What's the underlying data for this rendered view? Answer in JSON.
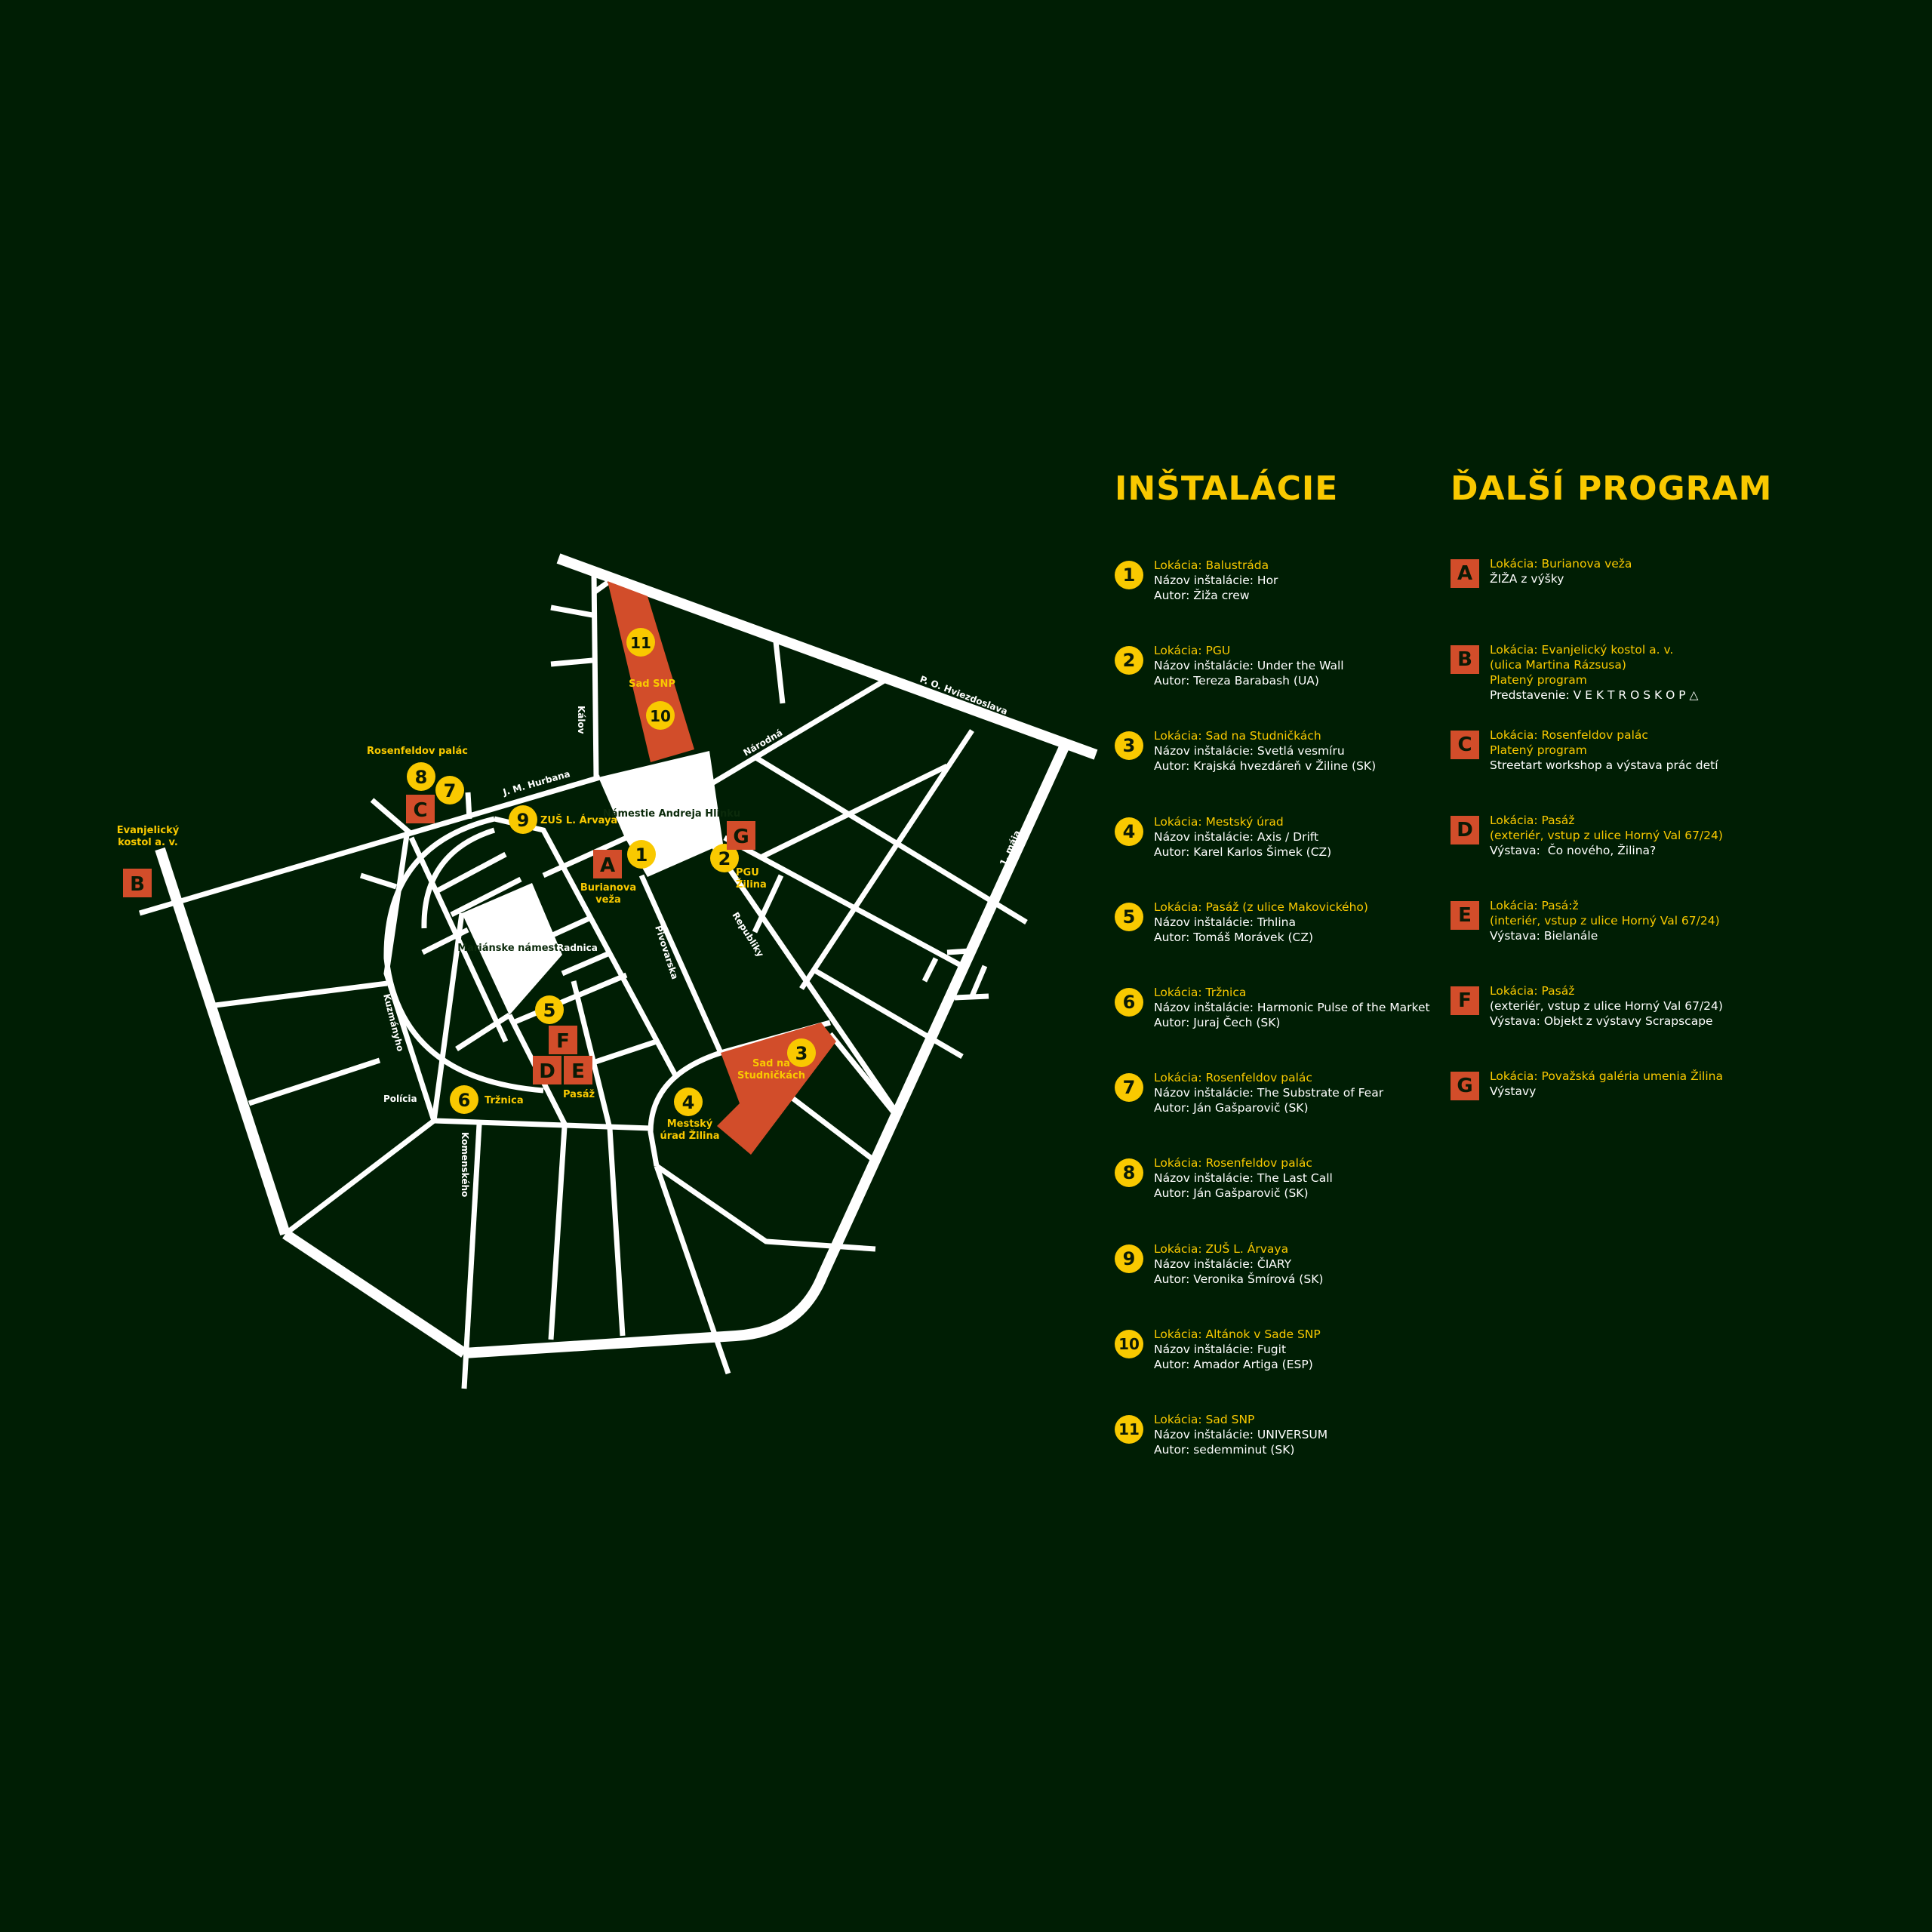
{
  "colors": {
    "background": "#001e04",
    "accent_yellow": "#f9c900",
    "accent_orange": "#d24d2a",
    "street": "#ffffff"
  },
  "map": {
    "squares_named": {
      "hlinku": "Námestie Andreja Hlinku",
      "marianske": "Mariánske námestie"
    },
    "streets": {
      "hurbana": "J. M. Hurbana",
      "kalov": "Kálov",
      "narodna": "Národná",
      "hviezdoslava": "P. O. Hviezdoslava",
      "maja": "1. mája",
      "republiky": "Republiky",
      "pivovarska": "Pivovarska",
      "radnica": "Radnica",
      "kuzmanyho": "Kuzmányho",
      "policia": "Polícia",
      "komenskeho": "Komenského"
    },
    "place_labels": {
      "rosenfeldov": "Rosenfeldov palác",
      "evanjelicky_1": "Evanjelický",
      "evanjelicky_2": "kostol a. v.",
      "zus": "ZUŠ L. Árvaya",
      "burianova_1": "Burianova",
      "burianova_2": "veža",
      "pgu_1": "PGU",
      "pgu_2": "Žilina",
      "sad_snp": "Sad SNP",
      "studnickach_1": "Sad na",
      "studnickach_2": "Studničkách",
      "mestsky_1": "Mestský",
      "mestsky_2": "úrad Žilina",
      "trznica": "Tržnica",
      "pasaz": "Pasáž"
    },
    "markers": {
      "n1": "1",
      "n2": "2",
      "n3": "3",
      "n4": "4",
      "n5": "5",
      "n6": "6",
      "n7": "7",
      "n8": "8",
      "n9": "9",
      "n10": "10",
      "n11": "11",
      "A": "A",
      "B": "B",
      "C": "C",
      "D": "D",
      "E": "E",
      "F": "F",
      "G": "G"
    }
  },
  "installations": {
    "title": "INŠTALÁCIE",
    "items": [
      {
        "num": "1",
        "lines": [
          "Lokácia: Balustráda",
          "Názov inštalácie: Hor",
          "Autor: Žiža crew"
        ]
      },
      {
        "num": "2",
        "lines": [
          "Lokácia: PGU",
          "Názov inštalácie: Under the Wall",
          "Autor: Tereza Barabash (UA)"
        ]
      },
      {
        "num": "3",
        "lines": [
          "Lokácia: Sad na Studničkách",
          "Názov inštalácie: Svetlá vesmíru",
          "Autor: Krajská hvezdáreň v Žiline (SK)"
        ]
      },
      {
        "num": "4",
        "lines": [
          "Lokácia: Mestský úrad",
          "Názov inštalácie: Axis / Drift",
          "Autor: Karel Karlos Šimek (CZ)"
        ]
      },
      {
        "num": "5",
        "lines": [
          "Lokácia: Pasáž (z ulice Makovického)",
          "Názov inštalácie: Trhlina",
          "Autor: Tomáš Morávek (CZ)"
        ]
      },
      {
        "num": "6",
        "lines": [
          "Lokácia: Tržnica",
          "Názov inštalácie: Harmonic Pulse of the Market",
          "Autor: Juraj Čech (SK)"
        ]
      },
      {
        "num": "7",
        "lines": [
          "Lokácia: Rosenfeldov palác",
          "Názov inštalácie: The Substrate of Fear",
          "Autor: Ján Gašparovič (SK)"
        ]
      },
      {
        "num": "8",
        "lines": [
          "Lokácia: Rosenfeldov palác",
          "Názov inštalácie: The Last Call",
          "Autor: Ján Gašparovič (SK)"
        ]
      },
      {
        "num": "9",
        "lines": [
          "Lokácia: ZUŠ L. Árvaya",
          "Názov inštalácie: ČIARY",
          "Autor: Veronika Šmírová (SK)"
        ]
      },
      {
        "num": "10",
        "lines": [
          "Lokácia: Altánok v Sade SNP",
          "Názov inštalácie: Fugit",
          "Autor: Amador Artiga (ESP)"
        ]
      },
      {
        "num": "11",
        "lines": [
          "Lokácia: Sad SNP",
          "Názov inštalácie: UNIVERSUM",
          "Autor: sedemminut (SK)"
        ]
      }
    ]
  },
  "program": {
    "title": "ĎALŠÍ PROGRAM",
    "items": [
      {
        "letter": "A",
        "yellow": [
          "Lokácia: Burianova veža"
        ],
        "white": [
          "ŽIŽA z výšky"
        ]
      },
      {
        "letter": "B",
        "yellow": [
          "Lokácia: Evanjelický kostol a. v.",
          "(ulica Martina Rázsusa)",
          "Platený program"
        ],
        "white": [
          "Predstavenie: V E K T R O S K O P △"
        ]
      },
      {
        "letter": "C",
        "yellow": [
          "Lokácia: Rosenfeldov palác",
          "Platený program"
        ],
        "white": [
          "Streetart workshop a výstava prác detí"
        ]
      },
      {
        "letter": "D",
        "yellow": [
          "Lokácia: Pasáž",
          "(exteriér, vstup z ulice Horný Val 67/24)"
        ],
        "white": [
          "Výstava:  Čo nového, Žilina?"
        ]
      },
      {
        "letter": "E",
        "yellow": [
          "Lokácia: Pasá:ž",
          "(interiér, vstup z ulice Horný Val 67/24)"
        ],
        "white": [
          "Výstava: Bielanále"
        ]
      },
      {
        "letter": "F",
        "yellow": [
          "Lokácia: Pasáž"
        ],
        "white": [
          "(exteriér, vstup z ulice Horný Val 67/24)",
          "Výstava: Objekt z výstavy Scrapscape"
        ]
      },
      {
        "letter": "G",
        "yellow": [
          "Lokácia: Považská galéria umenia Žilina"
        ],
        "white": [
          "Výstavy"
        ]
      }
    ]
  }
}
